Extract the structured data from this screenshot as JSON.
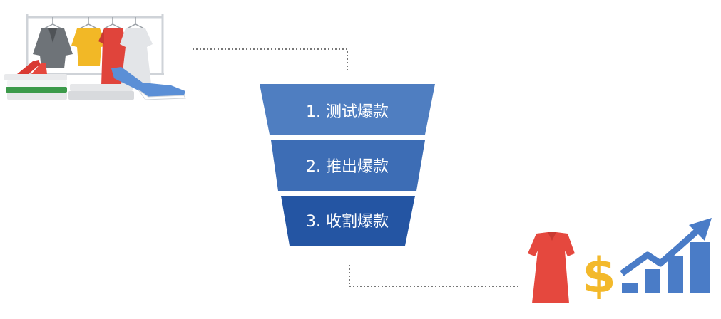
{
  "funnel": {
    "stages": [
      {
        "label": "1. 测试爆款",
        "color": "#4f7ec1"
      },
      {
        "label": "2. 推出爆款",
        "color": "#3d6db5"
      },
      {
        "label": "3. 收割爆款",
        "color": "#2455a3"
      }
    ]
  },
  "illustrations": {
    "top_left": "clothing-rack-icon",
    "bottom_right": [
      "red-dress-icon",
      "dollar-sign-icon",
      "growth-chart-icon"
    ]
  },
  "colors": {
    "connector": "#777777",
    "dress_red": "#e5483e",
    "dollar_yellow": "#f3b92b",
    "chart_blue": "#4a7cc7",
    "rack_gray": "#c9ccd1"
  }
}
